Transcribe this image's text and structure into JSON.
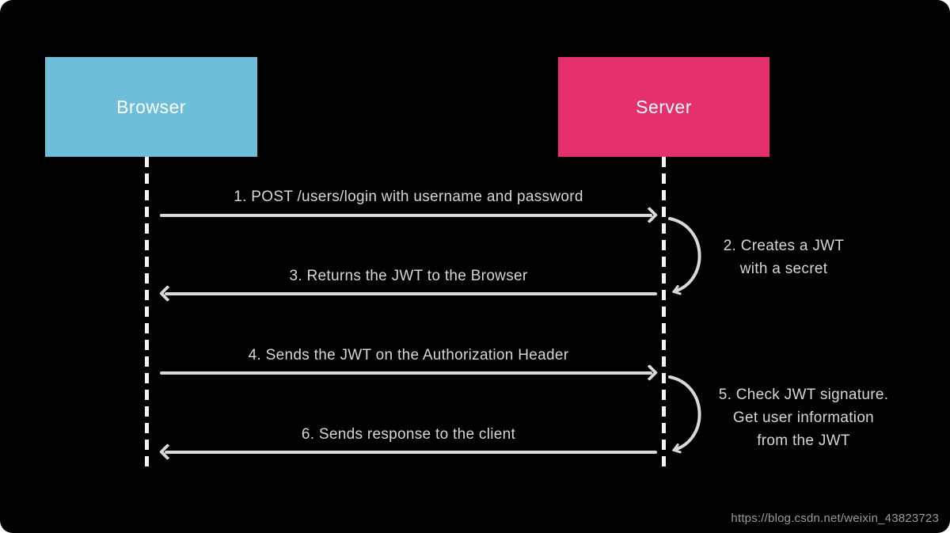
{
  "actors": {
    "browser": {
      "label": "Browser"
    },
    "server": {
      "label": "Server"
    }
  },
  "messages": {
    "m1": {
      "label": "1. POST /users/login with username and password",
      "direction": "browser-to-server"
    },
    "m2": {
      "line1": "2. Creates a JWT",
      "line2": "with a secret",
      "direction": "server-self"
    },
    "m3": {
      "label": "3. Returns the JWT to the Browser",
      "direction": "server-to-browser"
    },
    "m4": {
      "label": "4. Sends the JWT on the Authorization Header",
      "direction": "browser-to-server"
    },
    "m5": {
      "line1": "5. Check JWT signature.",
      "line2": "Get user information",
      "line3": "from the JWT",
      "direction": "server-self"
    },
    "m6": {
      "label": "6. Sends response to the client",
      "direction": "server-to-browser"
    }
  },
  "watermark": "https://blog.csdn.net/weixin_43823723",
  "colors": {
    "browser_box": "#6fbed9",
    "server_box": "#e62f6d",
    "arrow": "#d9d9d9",
    "lifeline": "#f2f2f2",
    "background": "#000000",
    "label_text": "#d6d6d6",
    "watermark_text": "#9a9a9a"
  }
}
